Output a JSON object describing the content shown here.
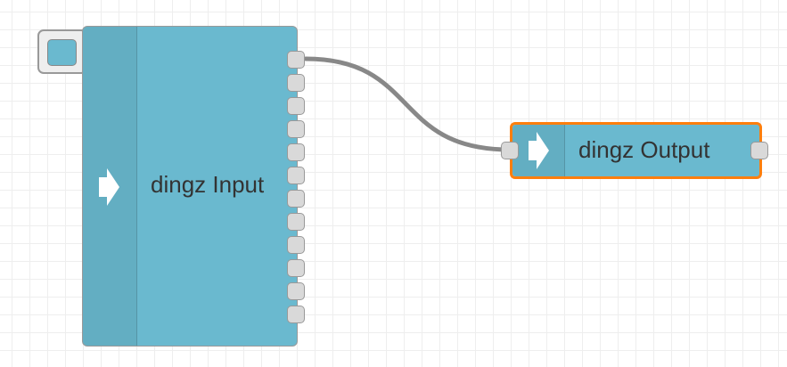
{
  "flow": {
    "input_node": {
      "label": "dingz Input",
      "icon": "arrow-in-icon",
      "color": "#6ab9cf",
      "output_port_count": 12,
      "has_inject_button": true
    },
    "output_node": {
      "label": "dingz Output",
      "icon": "arrow-in-icon",
      "color": "#6ab9cf",
      "selected": true,
      "selection_color": "#ff7f0e"
    },
    "wires": [
      {
        "from": "dingz Input",
        "from_port": 1,
        "to": "dingz Output"
      }
    ],
    "wire_color": "#888888",
    "grid": true
  }
}
